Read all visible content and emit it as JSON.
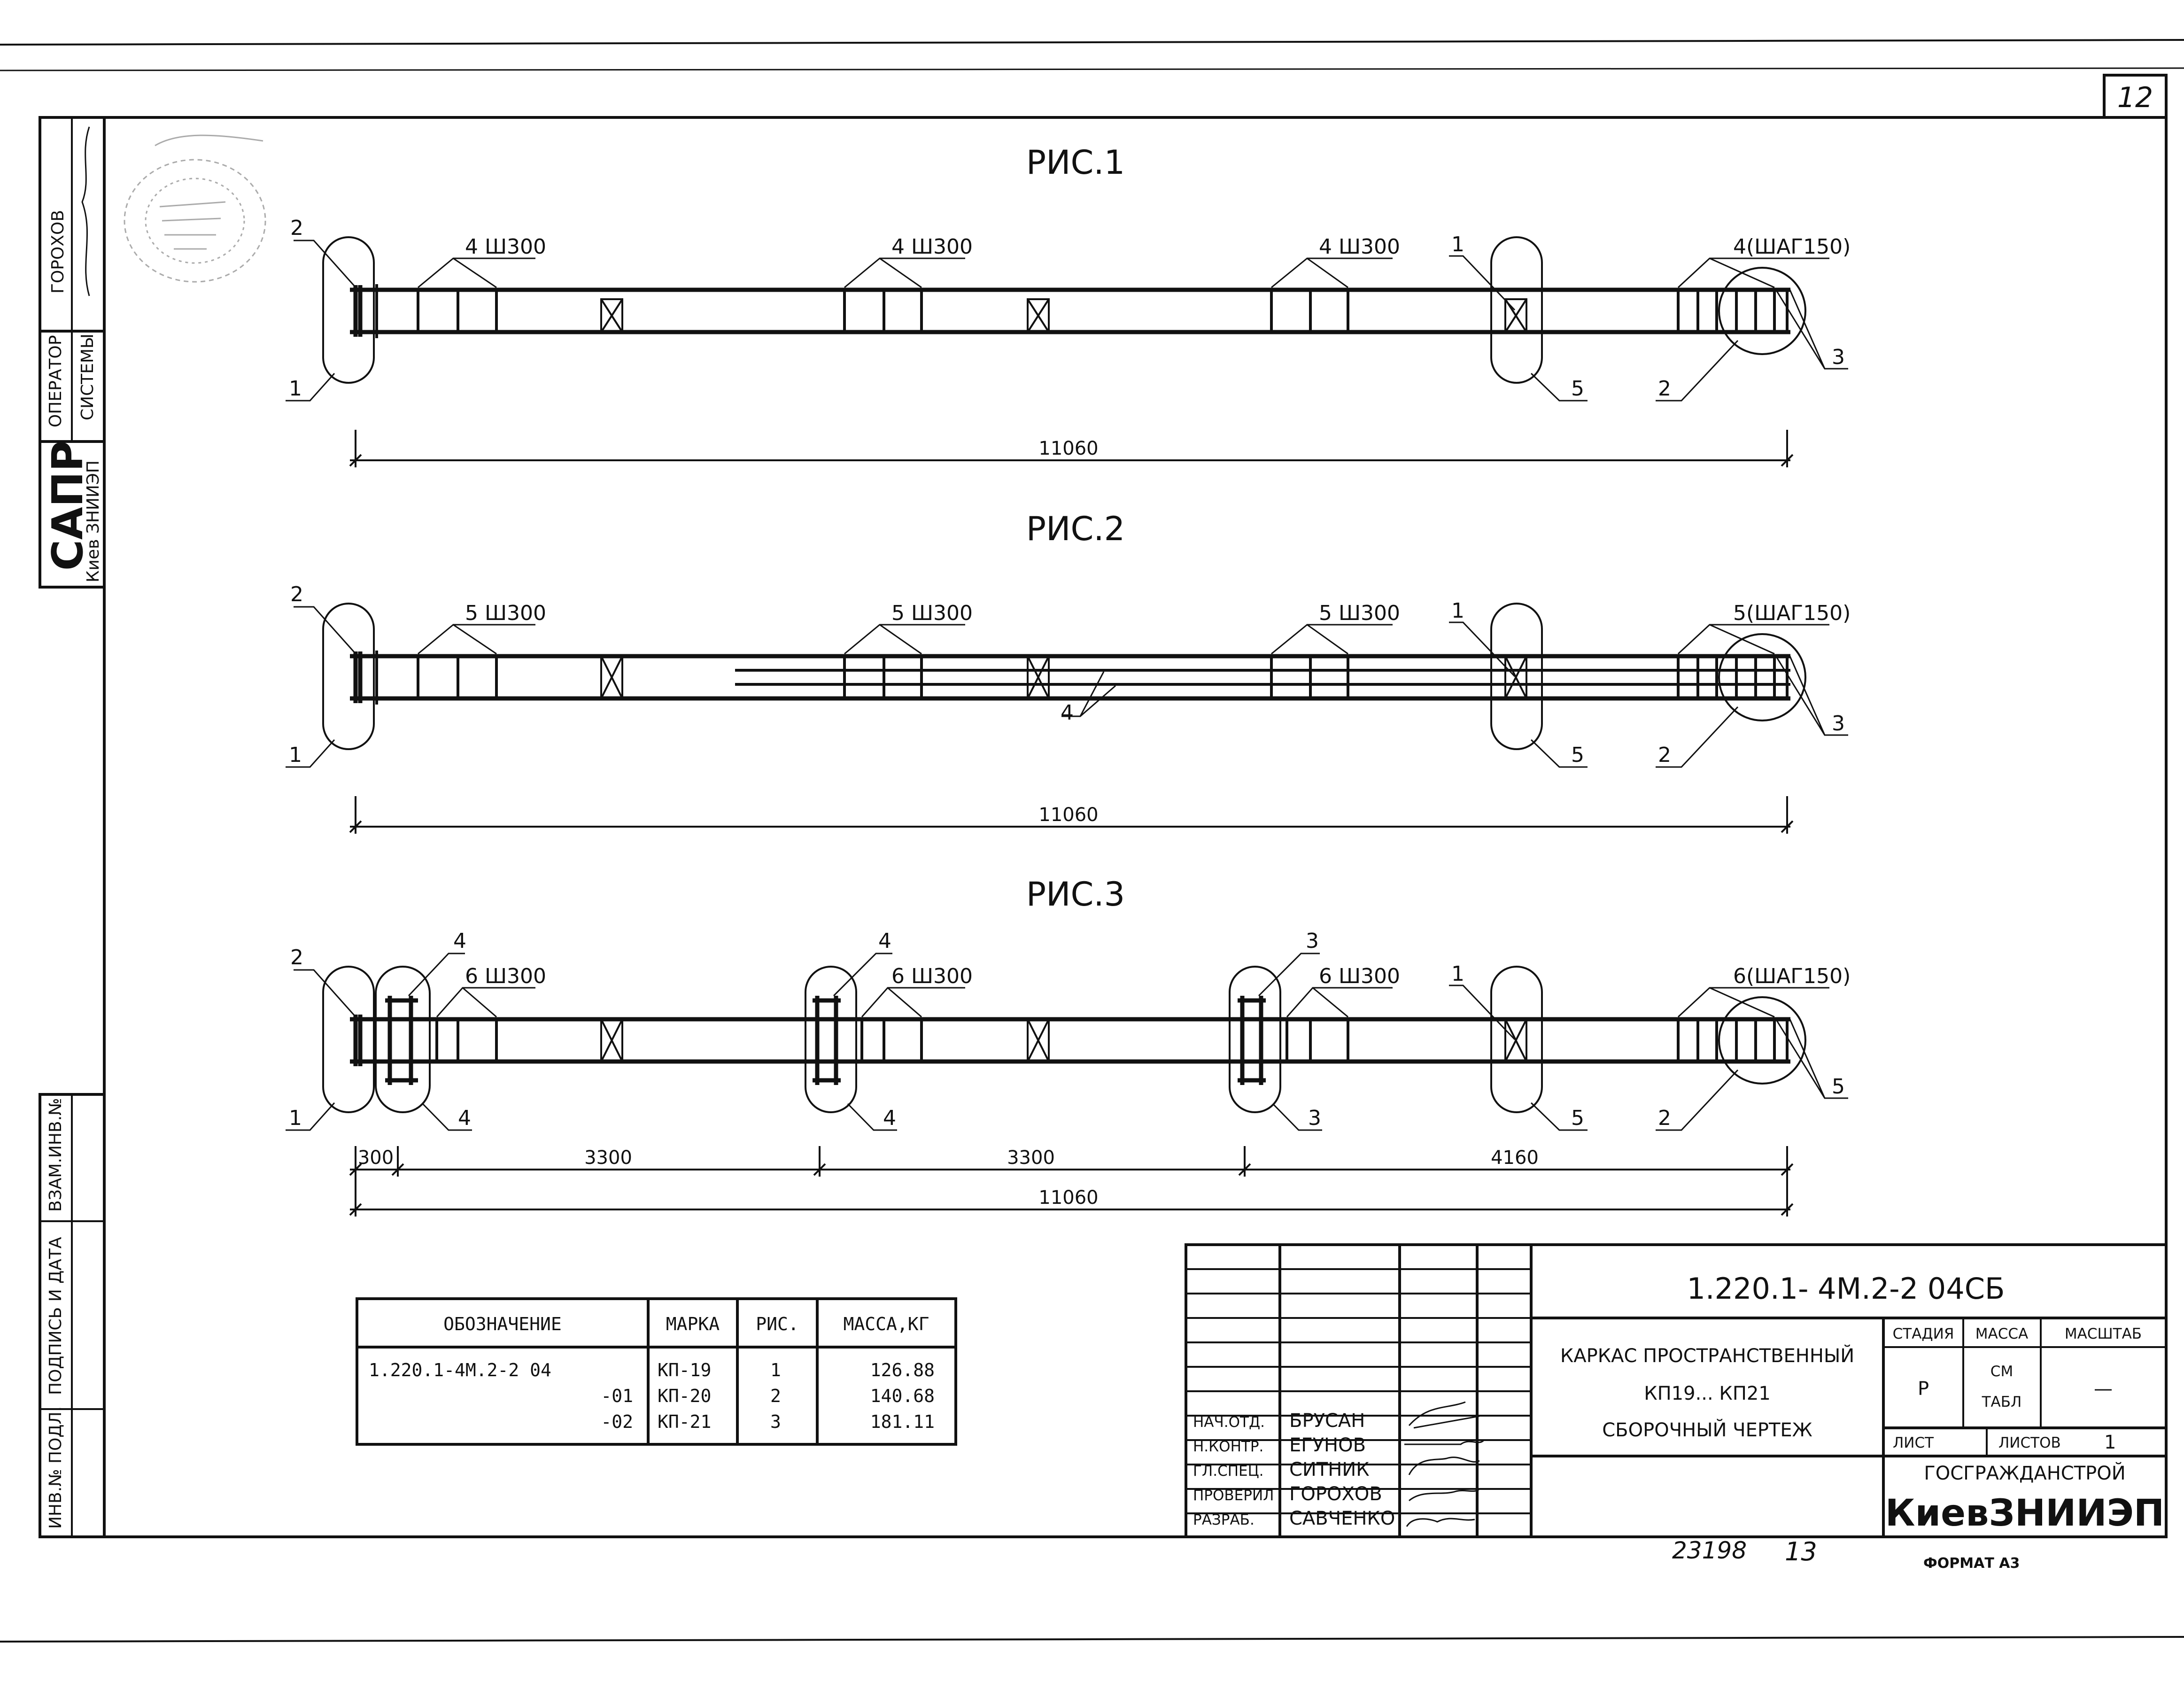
{
  "sheet": {
    "sheet_number": "12",
    "doc_number": "1.220.1- 4М.2-2 04СБ",
    "title_lines": [
      "КАРКАС ПРОСТРАНСТВЕННЫЙ",
      "КП19... КП21",
      "СБОРОЧНЫЙ ЧЕРТЕЖ"
    ],
    "stage_label": "СТАДИЯ",
    "stage_value": "Р",
    "mass_label": "МАССА",
    "mass_value_1": "СМ",
    "mass_value_2": "ТАБЛ",
    "scale_label": "МАСШТАБ",
    "scale_value": "—",
    "sheet_label": "ЛИСТ",
    "sheets_label": "ЛИСТОВ",
    "sheets_value": "1",
    "org_line1": "ГОСГРАЖДАНСТРОЙ",
    "org_line2": "КиевЗНИИЭП",
    "format": "ФОРМАТ А3",
    "inventory_number": "23198",
    "page_number": "13"
  },
  "signatures": [
    {
      "role": "НАЧ.ОТД.",
      "name": "БРУСАН"
    },
    {
      "role": "Н.КОНТР.",
      "name": "ЕГУНОВ"
    },
    {
      "role": "ГЛ.СПЕЦ.",
      "name": "СИТНИК"
    },
    {
      "role": "ПРОВЕРИЛ",
      "name": "ГОРОХОВ"
    },
    {
      "role": "РАЗРАБ.",
      "name": "САВЧЕНКО"
    }
  ],
  "side_stamps": {
    "name": "ГОРОХОВ",
    "operator": "ОПЕРАТОР",
    "system": "СИСТЕМЫ",
    "sapr": "САПР",
    "sapr_org": "Киев ЗНИИЭП",
    "replace_inv": "ВЗАМ.ИНВ.№",
    "sign_date": "ПОДПИСЬ И ДАТА",
    "inv_orig": "ИНВ.№ ПОДЛ."
  },
  "figures": [
    {
      "title": "РИС.1",
      "callouts": {
        "g1": "4 Ш300",
        "g2": "4 Ш300",
        "g3": "4 Ш300",
        "g4": "4(ШАГ150)",
        "l2": "2",
        "l1": "1",
        "m1": "1",
        "m5": "5",
        "r2": "2",
        "r3": "3"
      },
      "dim_total": "11060"
    },
    {
      "title": "РИС.2",
      "callouts": {
        "g1": "5 Ш300",
        "g2": "5 Ш300",
        "g3": "5 Ш300",
        "g4": "5(ШАГ150)",
        "l2": "2",
        "l1": "1",
        "m1": "1",
        "m5": "5",
        "r2": "2",
        "r3": "3",
        "mid4": "4"
      },
      "dim_total": "11060"
    },
    {
      "title": "РИС.3",
      "callouts": {
        "g1": "6 Ш300",
        "g2": "6 Ш300",
        "g3": "6 Ш300",
        "g4": "6(ШАГ150)",
        "l2": "2",
        "l1": "1",
        "l4a": "4",
        "l4b": "4",
        "c4a": "4",
        "c4b": "4",
        "c3a": "3",
        "c3b": "3",
        "m1": "1",
        "m5": "5",
        "r2": "2",
        "r5": "5"
      },
      "dims": [
        "300",
        "3300",
        "3300",
        "4160"
      ],
      "dim_total": "11060"
    }
  ],
  "spec_table": {
    "headers": [
      "ОБОЗНАЧЕНИЕ",
      "МАРКА",
      "РИС.",
      "МАССА,КГ"
    ],
    "rows": [
      [
        "1.220.1-4М.2-2 04",
        "КП-19",
        "1",
        "126.88"
      ],
      [
        "-01",
        "КП-20",
        "2",
        "140.68"
      ],
      [
        "-02",
        "КП-21",
        "3",
        "181.11"
      ]
    ]
  }
}
